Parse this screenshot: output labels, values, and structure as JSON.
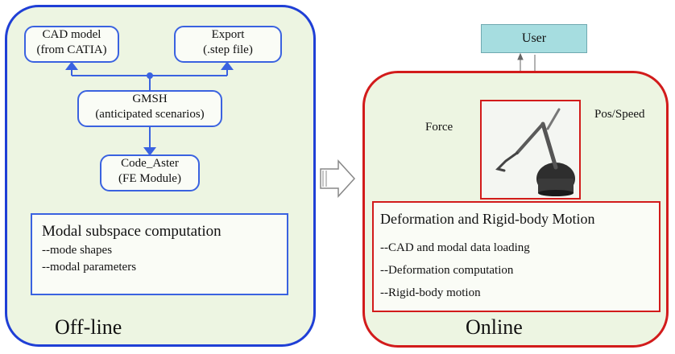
{
  "offline": {
    "title": "Off-line",
    "cad_box": [
      "CAD model",
      "(from CATIA)"
    ],
    "export_box": [
      "Export",
      "(.step file)"
    ],
    "gmsh_box": [
      "GMSH",
      "(anticipated scenarios)"
    ],
    "code_aster_box": [
      "Code_Aster",
      "(FE Module)"
    ],
    "modal": {
      "title": "Modal subspace computation",
      "items": [
        "--mode shapes",
        "--modal parameters"
      ]
    }
  },
  "online": {
    "title": "Online",
    "user_label": "User",
    "force_label": "Force",
    "pos_speed_label": "Pos/Speed",
    "deformation": {
      "title": "Deformation and Rigid-body Motion",
      "items": [
        "--CAD and modal data loading",
        "--Deformation computation",
        "--Rigid-body motion"
      ]
    }
  },
  "colors": {
    "blue": "#1f3fd6",
    "red": "#d21b1b",
    "panel_fill": "#edf5e2",
    "user_fill": "#a6dde0"
  }
}
